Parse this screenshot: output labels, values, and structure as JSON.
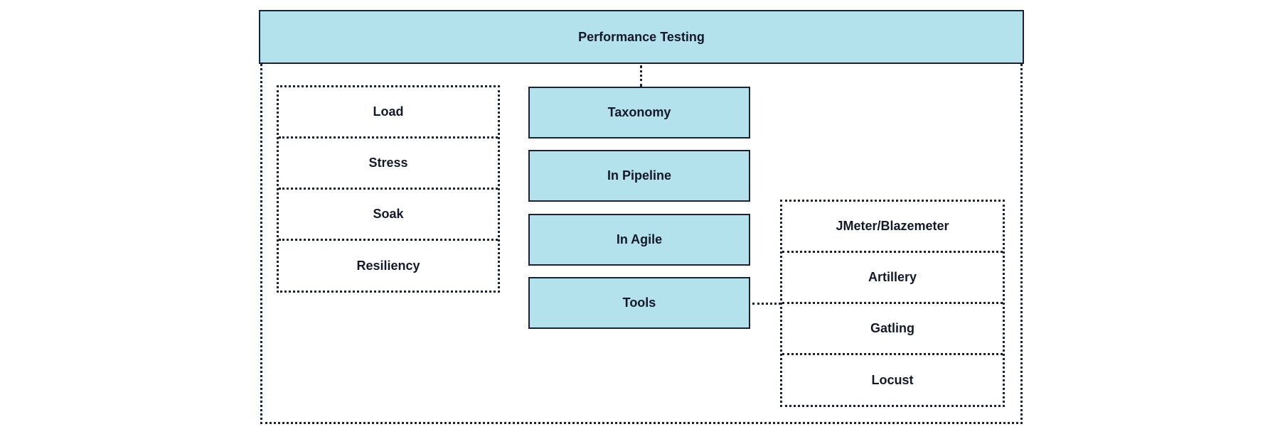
{
  "title": "Performance Testing",
  "center_items": [
    "Taxonomy",
    "In Pipeline",
    "In Agile",
    "Tools"
  ],
  "test_types": [
    "Load",
    "Stress",
    "Soak",
    "Resiliency"
  ],
  "tools": [
    "JMeter/Blazemeter",
    "Artillery",
    "Gatling",
    "Locust"
  ],
  "colors": {
    "box_fill": "#b3e1ec",
    "border": "#1b2238",
    "text": "#14182b"
  }
}
